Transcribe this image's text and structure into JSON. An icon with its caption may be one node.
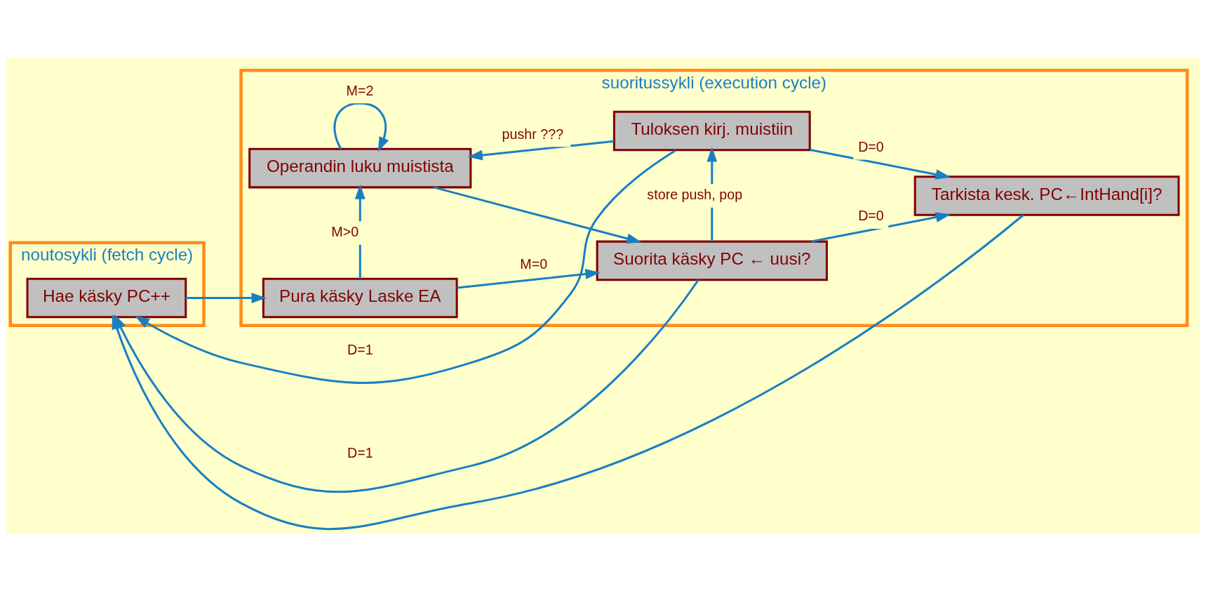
{
  "diagram": {
    "nodes": [
      {
        "text": [
          "noutosykli (fetch cycle)"
        ]
      },
      {
        "text": [
          "Hae käsky PC++"
        ],
        "in": 0
      },
      {
        "text": [
          "suoritussykli (execution cycle)"
        ]
      },
      {
        "text": [
          "Operandin luku muistista"
        ],
        "in": 2
      },
      {
        "text": [
          "Tuloksen kirj. muistiin"
        ],
        "in": 2
      },
      {
        "text": [
          "Pura käsky Laske EA"
        ],
        "in": 2
      },
      {
        "text": [
          "Suorita käsky PC ← uusi?"
        ],
        "in": 2
      },
      {
        "text": [
          "Tarkista kesk. PC←IntHand[i]?"
        ],
        "in": 2
      }
    ],
    "edges": [
      {
        "from": 1,
        "to": 5,
        "arrow": "to"
      },
      {
        "from": 5,
        "to": 3,
        "arrow": "to",
        "label": "M>0"
      },
      {
        "from": 3,
        "to": 3,
        "arrow": "to",
        "label": "M=2"
      },
      {
        "from": 5,
        "to": 6,
        "arrow": "to",
        "label": "M=0"
      },
      {
        "from": 3,
        "to": 6,
        "arrow": "to"
      },
      {
        "from": 6,
        "to": 4,
        "arrow": "to",
        "label": "store push, pop"
      },
      {
        "from": 4,
        "to": 3,
        "arrow": "to",
        "label": "pushr ???"
      },
      {
        "from": 6,
        "to": 7,
        "arrow": "to",
        "label": "D=0"
      },
      {
        "from": 4,
        "to": 7,
        "arrow": "to",
        "label": "D=0"
      },
      {
        "from": 6,
        "to": 1,
        "arrow": "to",
        "label": "D=1"
      },
      {
        "from": 4,
        "to": 1,
        "arrow": "to",
        "label": "D=1"
      },
      {
        "from": 7,
        "to": 1,
        "arrow": "to"
      }
    ]
  }
}
